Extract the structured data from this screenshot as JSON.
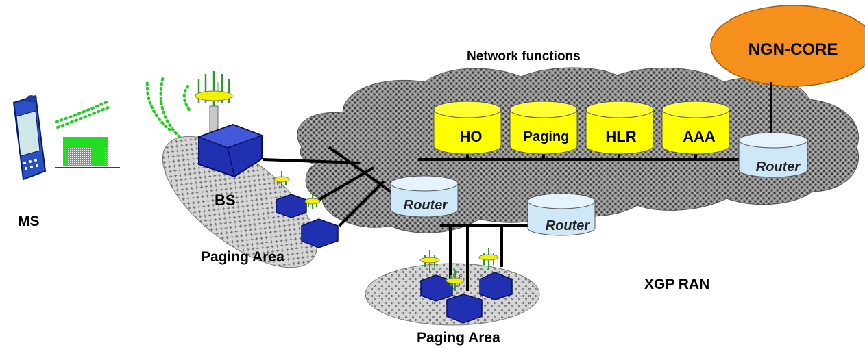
{
  "diagram": {
    "core_label": "NGN-CORE",
    "network_functions_label": "Network functions",
    "functions": [
      "HO",
      "Paging",
      "HLR",
      "AAA"
    ],
    "router_label": "Router",
    "bs_label": "BS",
    "ms_label": "MS",
    "paging_area_label": "Paging Area",
    "ran_label": "XGP RAN"
  },
  "colors": {
    "core_fill": "#f5901c",
    "function_fill": "#ffff00",
    "router_fill": "#cfe8f7",
    "bs_fill": "#2030b0",
    "antenna_ring": "#f2f200",
    "antenna_mast": "#3aa83a",
    "signal": "#22cc22",
    "cloud_fill": "#8a8a8a",
    "paging_fill": "#bdbdbd",
    "phone_body": "#2a50c8"
  }
}
